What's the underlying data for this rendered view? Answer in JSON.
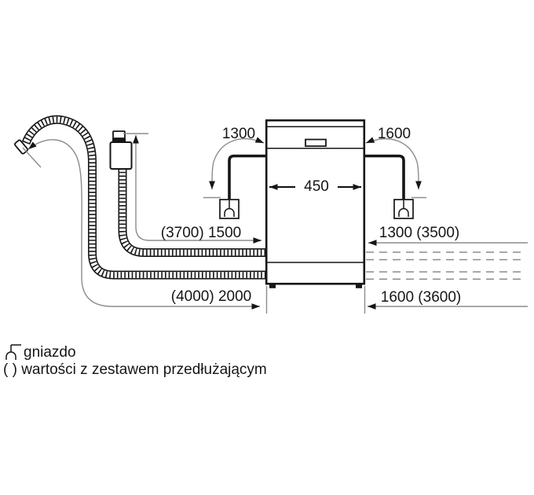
{
  "diagram": {
    "title": "dishwasher-installation-clearances",
    "appliance": {
      "width_label": "450"
    },
    "dimensions": {
      "cord_left": "1300",
      "cord_right": "1600",
      "supply_left": "(3700) 1500",
      "drain_left": "(4000) 2000",
      "supply_right": "1300 (3500)",
      "drain_right": "1600 (3600)"
    },
    "legend": {
      "socket": "gniazdo",
      "extension": "( ) wartości z zestawem przedłużającym"
    },
    "colors": {
      "line": "#161616",
      "dimension_line": "#8c8c8c",
      "background": "#ffffff"
    },
    "icons": {
      "socket": "socket-outlet-icon"
    }
  }
}
